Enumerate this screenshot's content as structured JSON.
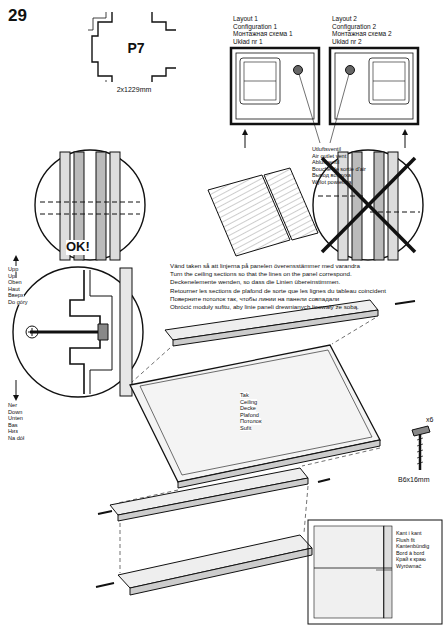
{
  "diagram": {
    "nodes": [
      {
        "text": [
          "P7",
          "2x1229mm"
        ]
      },
      {
        "text": [
          "Layout 1",
          "Configuration 1",
          "Монтажная схема 1",
          "Układ nr 1"
        ]
      },
      {
        "text": [
          "Layout 2",
          "Configuration 2",
          "Монтажная схема 2",
          "Układ nr 2"
        ]
      }
    ],
    "labels": [
      "29",
      "Utluftsventil",
      "Air outlet vent",
      "Abluftventil",
      "Bouche de sortie d'air",
      "Вывод воздуха",
      "Wylot powietrza",
      "OK!",
      "Vänd taken så att linjerna på panelen överensstämmer med varandra",
      "Turn the ceiling sections so that the lines on the panel correspond.",
      "Deckenelemente wenden, so dass die Linien übereinstimmen.",
      "Retourner les sections de plafond de sorte que les lignes du tableau coincident",
      "Поверните потолок так, чтобы линии на панели совпадали",
      "Obrócić moduły sufitu, aby linie paneli drewnianych licowały ze sobą.",
      "Upp",
      "Up",
      "Oben",
      "Haut",
      "Вверх",
      "Do góry",
      "Ner",
      "Down",
      "Unten",
      "Bas",
      "Низ",
      "Na dół",
      "Tak",
      "Ceiling",
      "Decke",
      "Plafond",
      "Потолок",
      "Sufit",
      "x6",
      "B6x16mm",
      "Kant i kant",
      "Flush fit",
      "Kantenbündig",
      "Bord à bord",
      "Край к краю",
      "Wyrównać"
    ]
  }
}
